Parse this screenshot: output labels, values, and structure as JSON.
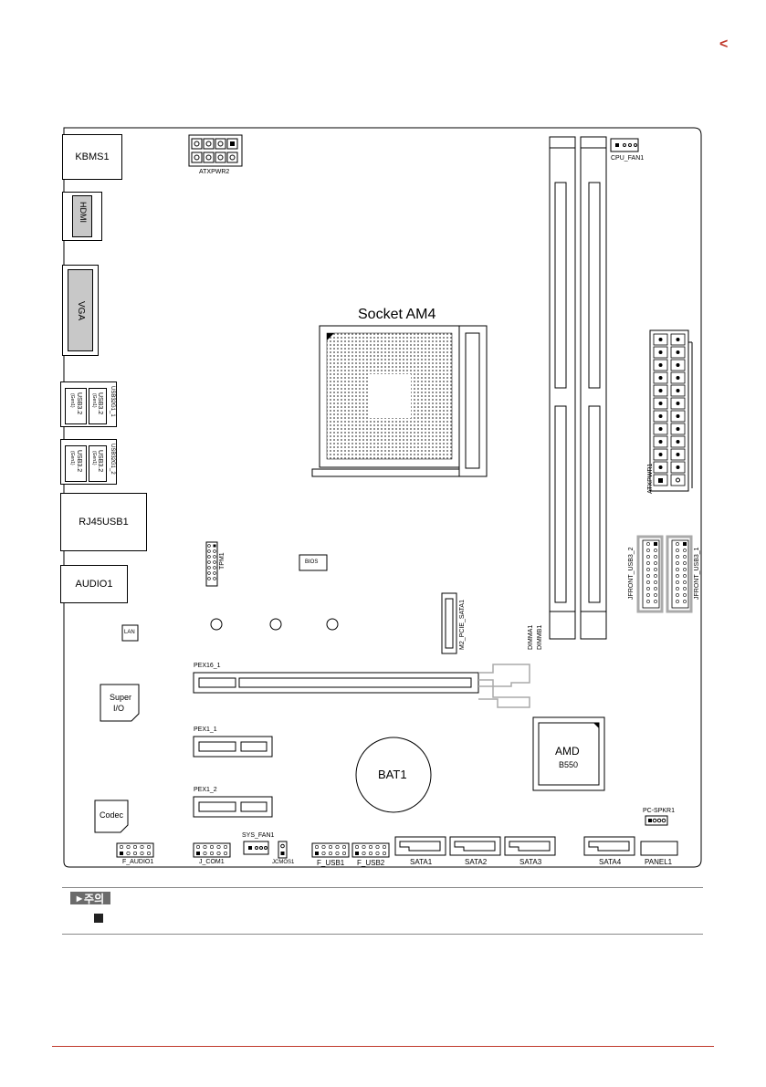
{
  "nav": {
    "back_glyph": "<"
  },
  "board": {
    "io": {
      "kbms": "KBMS1",
      "hdmi": "HDMI",
      "vga": "VGA",
      "usb_a_label": "USB3.2",
      "usb_a_sub": "(Gen1)",
      "usb_b_label": "USB3.2",
      "usb_b_sub": "(Gen1)",
      "usb_group1": "USB32G1_1",
      "usb_c_label": "USB3.2",
      "usb_c_sub": "(Gen1)",
      "usb_d_label": "USB3.2",
      "usb_d_sub": "(Gen1)",
      "usb_group2": "USB32G1_2",
      "rj45": "RJ45USB1",
      "audio": "AUDIO1"
    },
    "atxpwr2": "ATXPWR2",
    "cpu_fan": "CPU_FAN1",
    "socket": "Socket AM4",
    "atxpwr1": "ATXPWR1",
    "tpm": "TPM1",
    "bios": "BIOS",
    "lan": "LAN",
    "m2": "M2_PCIE_SATA1",
    "dimm_a": "DIMMA1",
    "dimm_b": "DIMMB1",
    "jfront_usb3_2": "JFRONT_USB3_2",
    "jfront_usb3_1": "JFRONT_USB3_1",
    "pex16": "PEX16_1",
    "super_io_line1": "Super",
    "super_io_line2": "I/O",
    "pex1_1": "PEX1_1",
    "pex1_2": "PEX1_2",
    "bat": "BAT1",
    "chipset_brand": "AMD",
    "chipset_model": "B550",
    "codec": "Codec",
    "pc_spkr": "PC-SPKR1",
    "f_audio": "F_AUDIO1",
    "j_com": "J_COM1",
    "sys_fan": "SYS_FAN1",
    "jcmos": "JCMOS1",
    "f_usb1": "F_USB1",
    "f_usb2": "F_USB2",
    "sata1": "SATA1",
    "sata2": "SATA2",
    "sata3": "SATA3",
    "sata4": "SATA4",
    "panel": "PANEL1"
  },
  "caution": {
    "tag": "주의"
  }
}
